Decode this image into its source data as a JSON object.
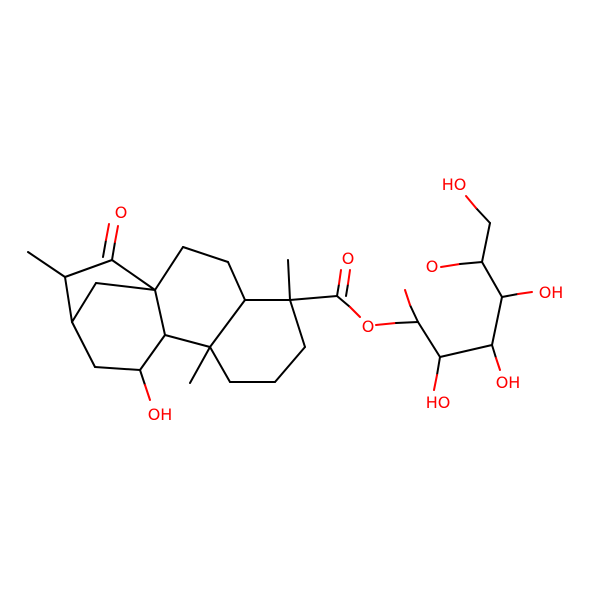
{
  "colors": {
    "background": "#ffffff",
    "bond": "#000000",
    "oxygen": "#ff0000"
  },
  "labels": {
    "ketone_o": "O",
    "carbonyl_o": "O",
    "ester_o": "O",
    "ring_o": "O",
    "hydroxy_kaurane": "OH",
    "hydroxy_ch2oh": "HO",
    "hydroxy_c4": "OH",
    "hydroxy_c3": "OH",
    "hydroxy_c2": "HO"
  }
}
